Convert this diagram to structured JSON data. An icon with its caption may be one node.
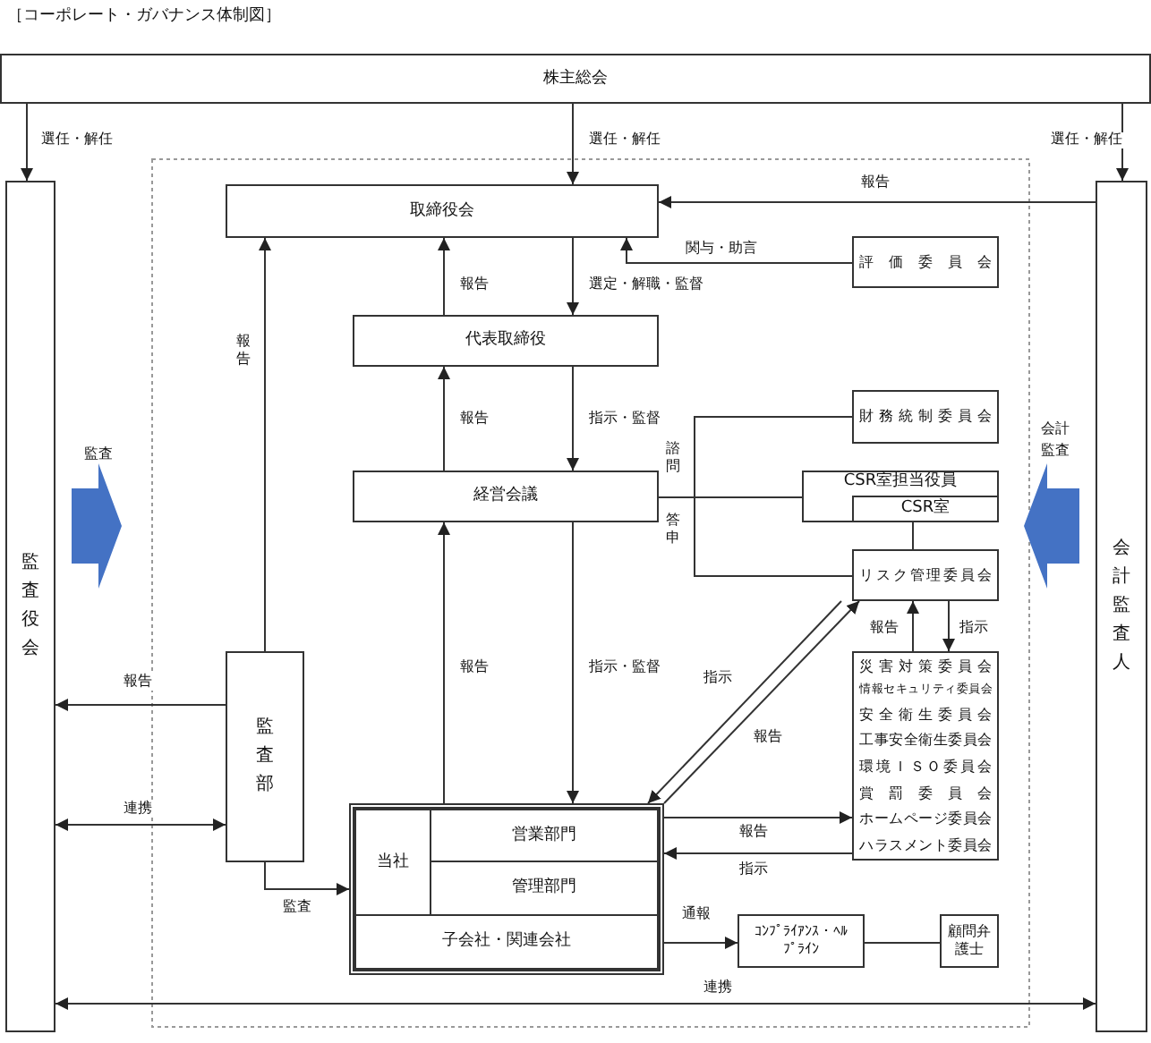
{
  "diagram": {
    "title": "［コーポレート・ガバナンス体制図］",
    "nodes": [
      {
        "text": [
          "株主総会"
        ]
      },
      {
        "text": [
          "監査役会"
        ]
      },
      {
        "text": [
          "会計監査人"
        ]
      },
      {
        "text": [
          "取締役会"
        ]
      },
      {
        "text": [
          "評価委員会"
        ]
      },
      {
        "text": [
          "代表取締役"
        ]
      },
      {
        "text": [
          "経営会議"
        ]
      },
      {
        "text": [
          "財務統制委員会"
        ]
      },
      {
        "text": [
          "CSR室担当役員"
        ]
      },
      {
        "text": [
          "CSR室"
        ],
        "in": 8
      },
      {
        "text": [
          "リスク管理委員会"
        ]
      },
      {
        "text": [
          "災害対策委員会",
          "情報セキュリティ委員会",
          "安全衛生委員会",
          "工事安全衛生委員会",
          "環境ＩＳＯ委員会",
          "賞罰委員会",
          "ホームページ委員会",
          "ハラスメント委員会"
        ]
      },
      {
        "text": [
          "監査部"
        ]
      },
      {
        "text": [],
        "shape": "box"
      },
      {
        "text": [
          "当社"
        ],
        "in": 13
      },
      {
        "text": [
          "営業部門"
        ],
        "in": 13
      },
      {
        "text": [
          "管理部門"
        ],
        "in": 13
      },
      {
        "text": [
          "子会社・関連会社"
        ],
        "in": 13
      },
      {
        "text": [
          "ｺﾝﾌﾟﾗｲｱﾝｽ・ﾍﾙﾌﾟﾗｲﾝ"
        ]
      },
      {
        "text": [
          "顧問弁護士"
        ]
      }
    ],
    "edges": [
      {
        "from": 0,
        "to": 1,
        "arrow": "to",
        "label": "選任・解任"
      },
      {
        "from": 0,
        "to": 3,
        "arrow": "to",
        "label": "選任・解任"
      },
      {
        "from": 0,
        "to": 2,
        "arrow": "to",
        "label": "選任・解任"
      },
      {
        "from": 2,
        "to": 3,
        "arrow": "to",
        "label": "報告"
      },
      {
        "from": 4,
        "to": 3,
        "arrow": "to",
        "label": "関与・助言"
      },
      {
        "from": 5,
        "to": 3,
        "arrow": "to",
        "label": "報告"
      },
      {
        "from": 3,
        "to": 5,
        "arrow": "to",
        "label": "選定・解職・監督"
      },
      {
        "from": 6,
        "to": 5,
        "arrow": "to",
        "label": "報告"
      },
      {
        "from": 5,
        "to": 6,
        "arrow": "to",
        "label": "指示・監督"
      },
      {
        "from": 12,
        "to": 3,
        "arrow": "to",
        "label": "報告"
      },
      {
        "from": 13,
        "to": 6,
        "arrow": "to",
        "label": "報告"
      },
      {
        "from": 6,
        "to": 13,
        "arrow": "to",
        "label": "指示・監督"
      },
      {
        "from": 6,
        "to": 7,
        "arrow": "none"
      },
      {
        "from": 6,
        "to": 8,
        "arrow": "none"
      },
      {
        "from": 6,
        "to": 10,
        "arrow": "none"
      },
      {
        "from": 9,
        "to": 10,
        "arrow": "none"
      },
      {
        "from": 11,
        "to": 10,
        "arrow": "to",
        "label": "報告"
      },
      {
        "from": 10,
        "to": 11,
        "arrow": "to",
        "label": "指示"
      },
      {
        "from": 10,
        "to": 13,
        "arrow": "to",
        "label": "指示"
      },
      {
        "from": 13,
        "to": 10,
        "arrow": "to",
        "label": "報告"
      },
      {
        "from": 13,
        "to": 11,
        "arrow": "to",
        "label": "報告"
      },
      {
        "from": 11,
        "to": 13,
        "arrow": "to",
        "label": "指示"
      },
      {
        "from": 12,
        "to": 1,
        "arrow": "to",
        "label": "報告"
      },
      {
        "from": 1,
        "to": 12,
        "arrow": "both",
        "label": "連携"
      },
      {
        "from": 12,
        "to": 13,
        "arrow": "to",
        "label": "監査"
      },
      {
        "from": 17,
        "to": 18,
        "arrow": "to",
        "label": "通報"
      },
      {
        "from": 18,
        "to": 19,
        "arrow": "none"
      },
      {
        "from": 1,
        "to": 2,
        "arrow": "both",
        "label": "連携"
      },
      {
        "from": 1,
        "to": null,
        "arrow": "to",
        "label": "監査"
      },
      {
        "from": 2,
        "to": null,
        "arrow": "to",
        "label": "会計監査"
      }
    ],
    "labels": [
      "諮問",
      "答申"
    ]
  }
}
